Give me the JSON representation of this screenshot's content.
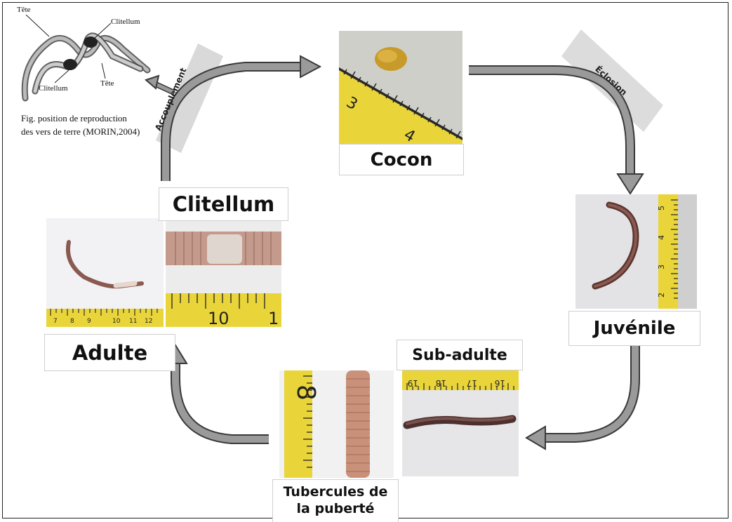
{
  "inset": {
    "labels": {
      "tete_top": "Tête",
      "clitellum_top": "Clitellum",
      "clitellum_bottom": "Clitellum",
      "tete_bottom": "Tête"
    },
    "caption_line1": "Fig. position de reproduction",
    "caption_line2": "des vers de terre (MORIN,2004)"
  },
  "arrows": {
    "accouplement": "Accouplement",
    "eclosion": "Éclosion"
  },
  "stages": {
    "cocon": "Cocon",
    "juvenile": "Juvénile",
    "sub_adulte": "Sub-adulte",
    "tubercules_line1": "Tubercules de",
    "tubercules_line2": "la puberté",
    "adulte": "Adulte",
    "clitellum": "Clitellum"
  },
  "rulers": {
    "cocon": [
      "3",
      "4"
    ],
    "juvenile": [
      "5",
      "4",
      "3",
      "2"
    ],
    "subadulte": [
      "16",
      "17",
      "18",
      "19"
    ],
    "tubercules": [
      "8"
    ],
    "adulte": [
      "7",
      "8",
      "9",
      "10",
      "11",
      "12"
    ],
    "clitellum": [
      "10",
      "1"
    ]
  },
  "colors": {
    "arrow_fill": "#9a9a9a",
    "arrow_stroke": "#3a3a3a",
    "ruler_yellow": "#f2df3a",
    "worm": "#7a4e45",
    "label_border": "#cfcfcf"
  }
}
